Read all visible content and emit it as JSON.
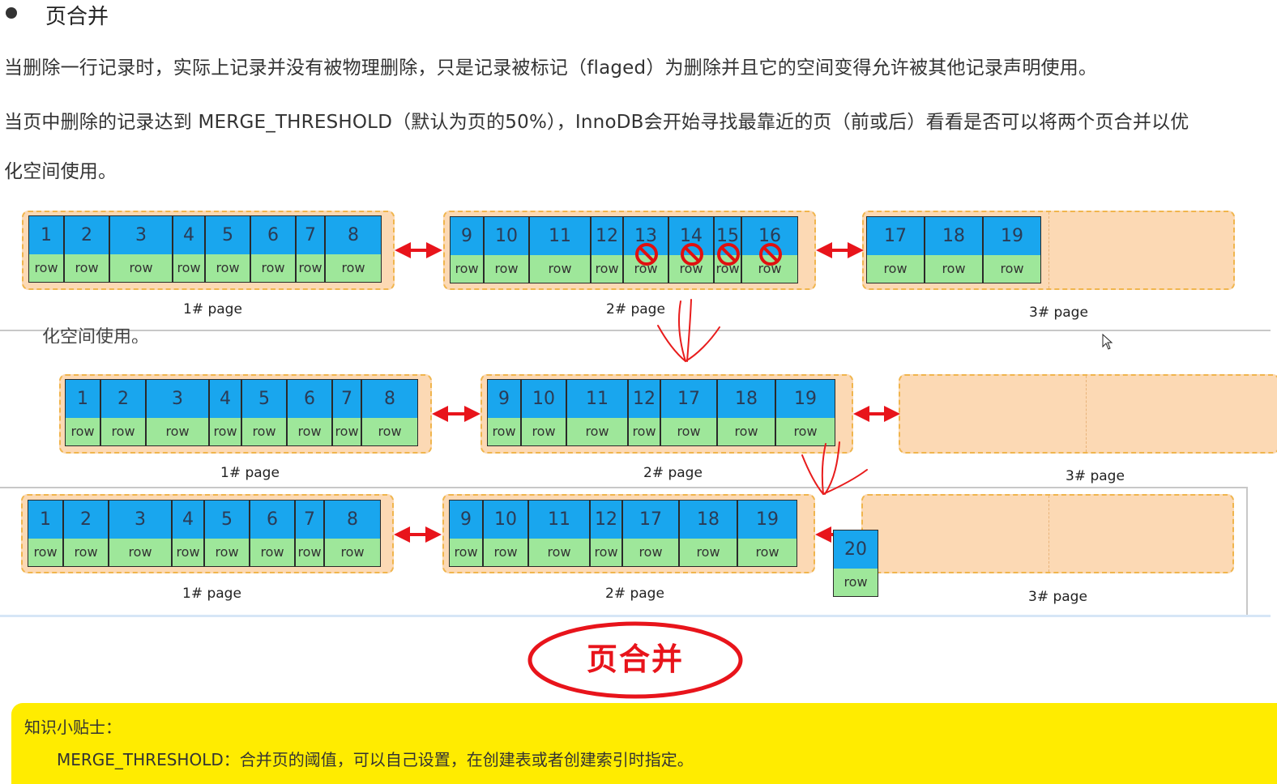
{
  "heading": {
    "text": "页合并"
  },
  "paragraphs": {
    "p1": "当删除一行记录时，实际上记录并没有被物理删除，只是记录被标记（flaged）为删除并且它的空间变得允许被其他记录声明使用。",
    "p2_line1": "当页中删除的记录达到 MERGE_THRESHOLD（默认为页的50%），InnoDB会开始寻找最靠近的页（前或后）看看是否可以将两个页合并以优",
    "p2_line2": "化空间使用。",
    "ghost": "化空间使用。"
  },
  "row_label": "row",
  "diagrams": [
    {
      "pages": [
        {
          "caption": "1#  page",
          "cells": [
            "1",
            "2",
            "3",
            "4",
            "5",
            "6",
            "7",
            "8"
          ]
        },
        {
          "caption": "2#  page",
          "cells": [
            "9",
            "10",
            "11",
            "12",
            "13",
            "14",
            "15",
            "16"
          ],
          "deleted": [
            "13",
            "14",
            "15",
            "16"
          ]
        },
        {
          "caption": "3#  page",
          "cells": [
            "17",
            "18",
            "19"
          ]
        }
      ]
    },
    {
      "pages": [
        {
          "caption": "1#  page",
          "cells": [
            "1",
            "2",
            "3",
            "4",
            "5",
            "6",
            "7",
            "8"
          ]
        },
        {
          "caption": "2#  page",
          "cells": [
            "9",
            "10",
            "11",
            "12",
            "17",
            "18",
            "19"
          ]
        },
        {
          "caption": "3#  page",
          "cells": []
        }
      ]
    },
    {
      "pages": [
        {
          "caption": "1#  page",
          "cells": [
            "1",
            "2",
            "3",
            "4",
            "5",
            "6",
            "7",
            "8"
          ]
        },
        {
          "caption": "2#  page",
          "cells": [
            "9",
            "10",
            "11",
            "12",
            "17",
            "18",
            "19"
          ]
        },
        {
          "caption": "3#  page",
          "cells": []
        }
      ],
      "incoming": "20"
    }
  ],
  "logo": {
    "text": "页合并"
  },
  "tip": {
    "title": "知识小贴士：",
    "body": "MERGE_THRESHOLD：合并页的阈值，可以自己设置，在创建表或者创建索引时指定。"
  },
  "colors": {
    "cell_number": "#19a6ee",
    "cell_row": "#9ee79a",
    "page_fill": "#fcd9b4",
    "page_border": "#f0b54d",
    "arrow": "#e8141b",
    "tip_background": "#ffec00"
  },
  "icons": [
    "double-arrow-icon",
    "no-entry-icon",
    "handwritten-arrow-icon",
    "cursor-icon"
  ]
}
